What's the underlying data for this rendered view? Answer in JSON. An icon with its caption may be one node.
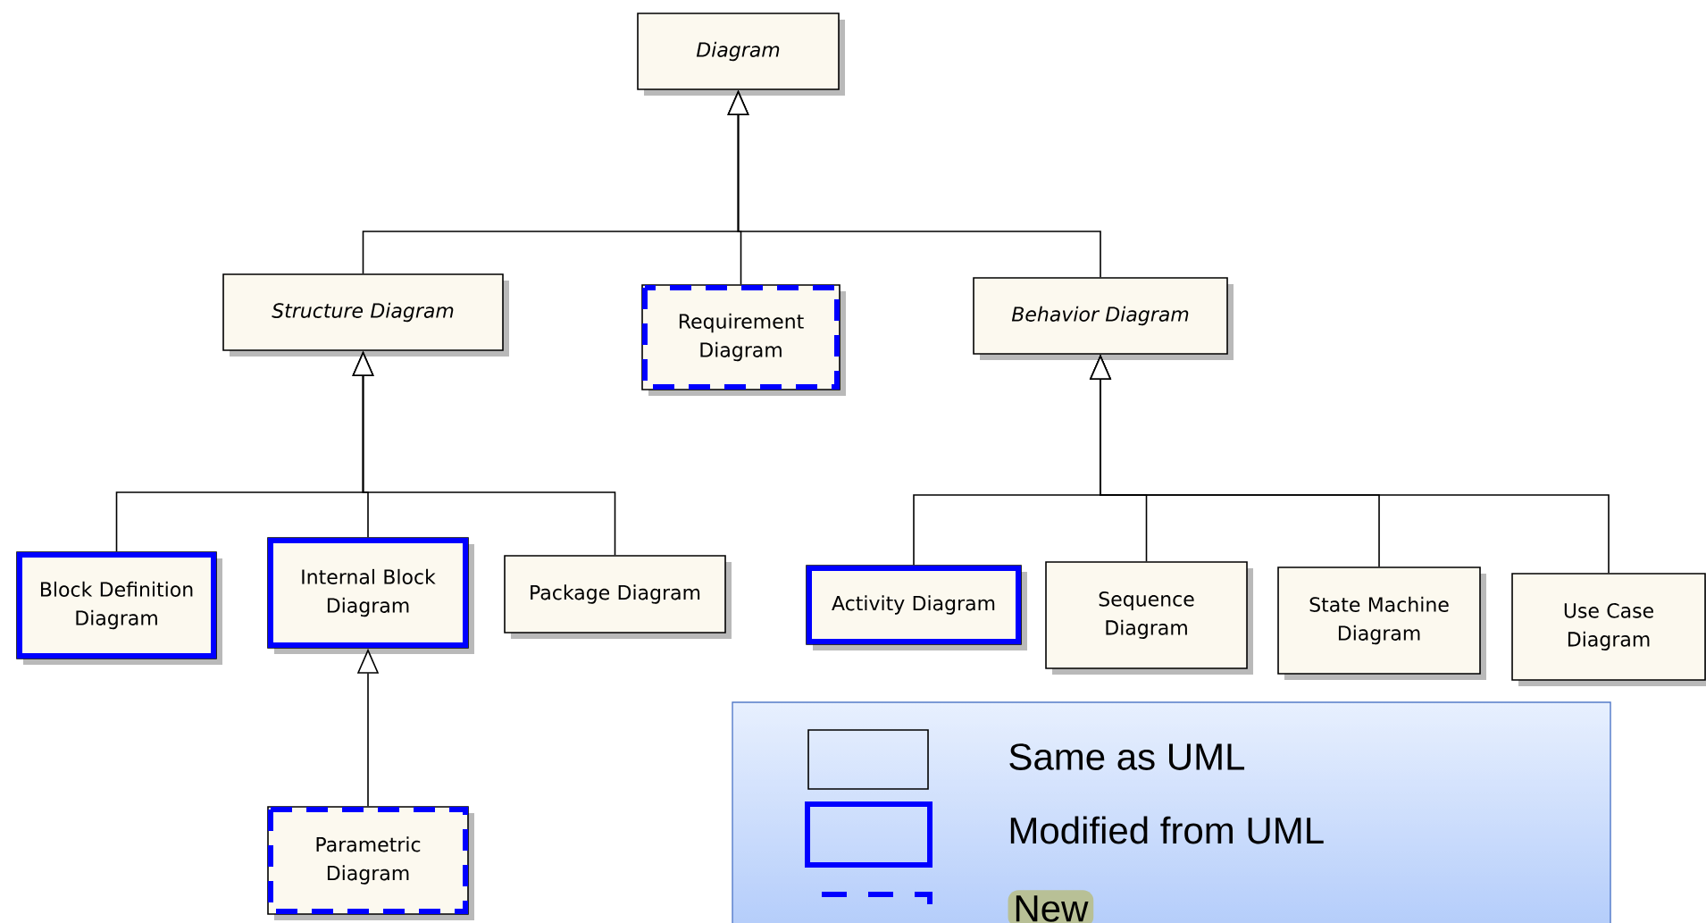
{
  "diagram": {
    "nodes": [
      {
        "text": [
          "Diagram"
        ]
      },
      {
        "text": [
          "Structure Diagram"
        ]
      },
      {
        "text": [
          "Requirement Diagram"
        ]
      },
      {
        "text": [
          "Behavior Diagram"
        ]
      },
      {
        "text": [
          "Block Definition Diagram"
        ]
      },
      {
        "text": [
          "Internal Block Diagram"
        ]
      },
      {
        "text": [
          "Package Diagram"
        ]
      },
      {
        "text": [
          "Activity Diagram"
        ]
      },
      {
        "text": [
          "Sequence Diagram"
        ]
      },
      {
        "text": [
          "State Machine Diagram"
        ]
      },
      {
        "text": [
          "Use Case Diagram"
        ]
      },
      {
        "text": [
          "Parametric Diagram"
        ]
      }
    ],
    "edges": [
      {
        "from": 1,
        "to": 0,
        "arrow": "to"
      },
      {
        "from": 2,
        "to": 0,
        "arrow": "to"
      },
      {
        "from": 3,
        "to": 0,
        "arrow": "to"
      },
      {
        "from": 4,
        "to": 1,
        "arrow": "to"
      },
      {
        "from": 5,
        "to": 1,
        "arrow": "to"
      },
      {
        "from": 6,
        "to": 1,
        "arrow": "to"
      },
      {
        "from": 7,
        "to": 3,
        "arrow": "to"
      },
      {
        "from": 8,
        "to": 3,
        "arrow": "to"
      },
      {
        "from": 9,
        "to": 3,
        "arrow": "to"
      },
      {
        "from": 10,
        "to": 3,
        "arrow": "to"
      },
      {
        "from": 11,
        "to": 5,
        "arrow": "to"
      }
    ],
    "legend": [
      {
        "text": "Same as UML"
      },
      {
        "text": "Modified from UML"
      },
      {
        "text": "New"
      }
    ]
  }
}
